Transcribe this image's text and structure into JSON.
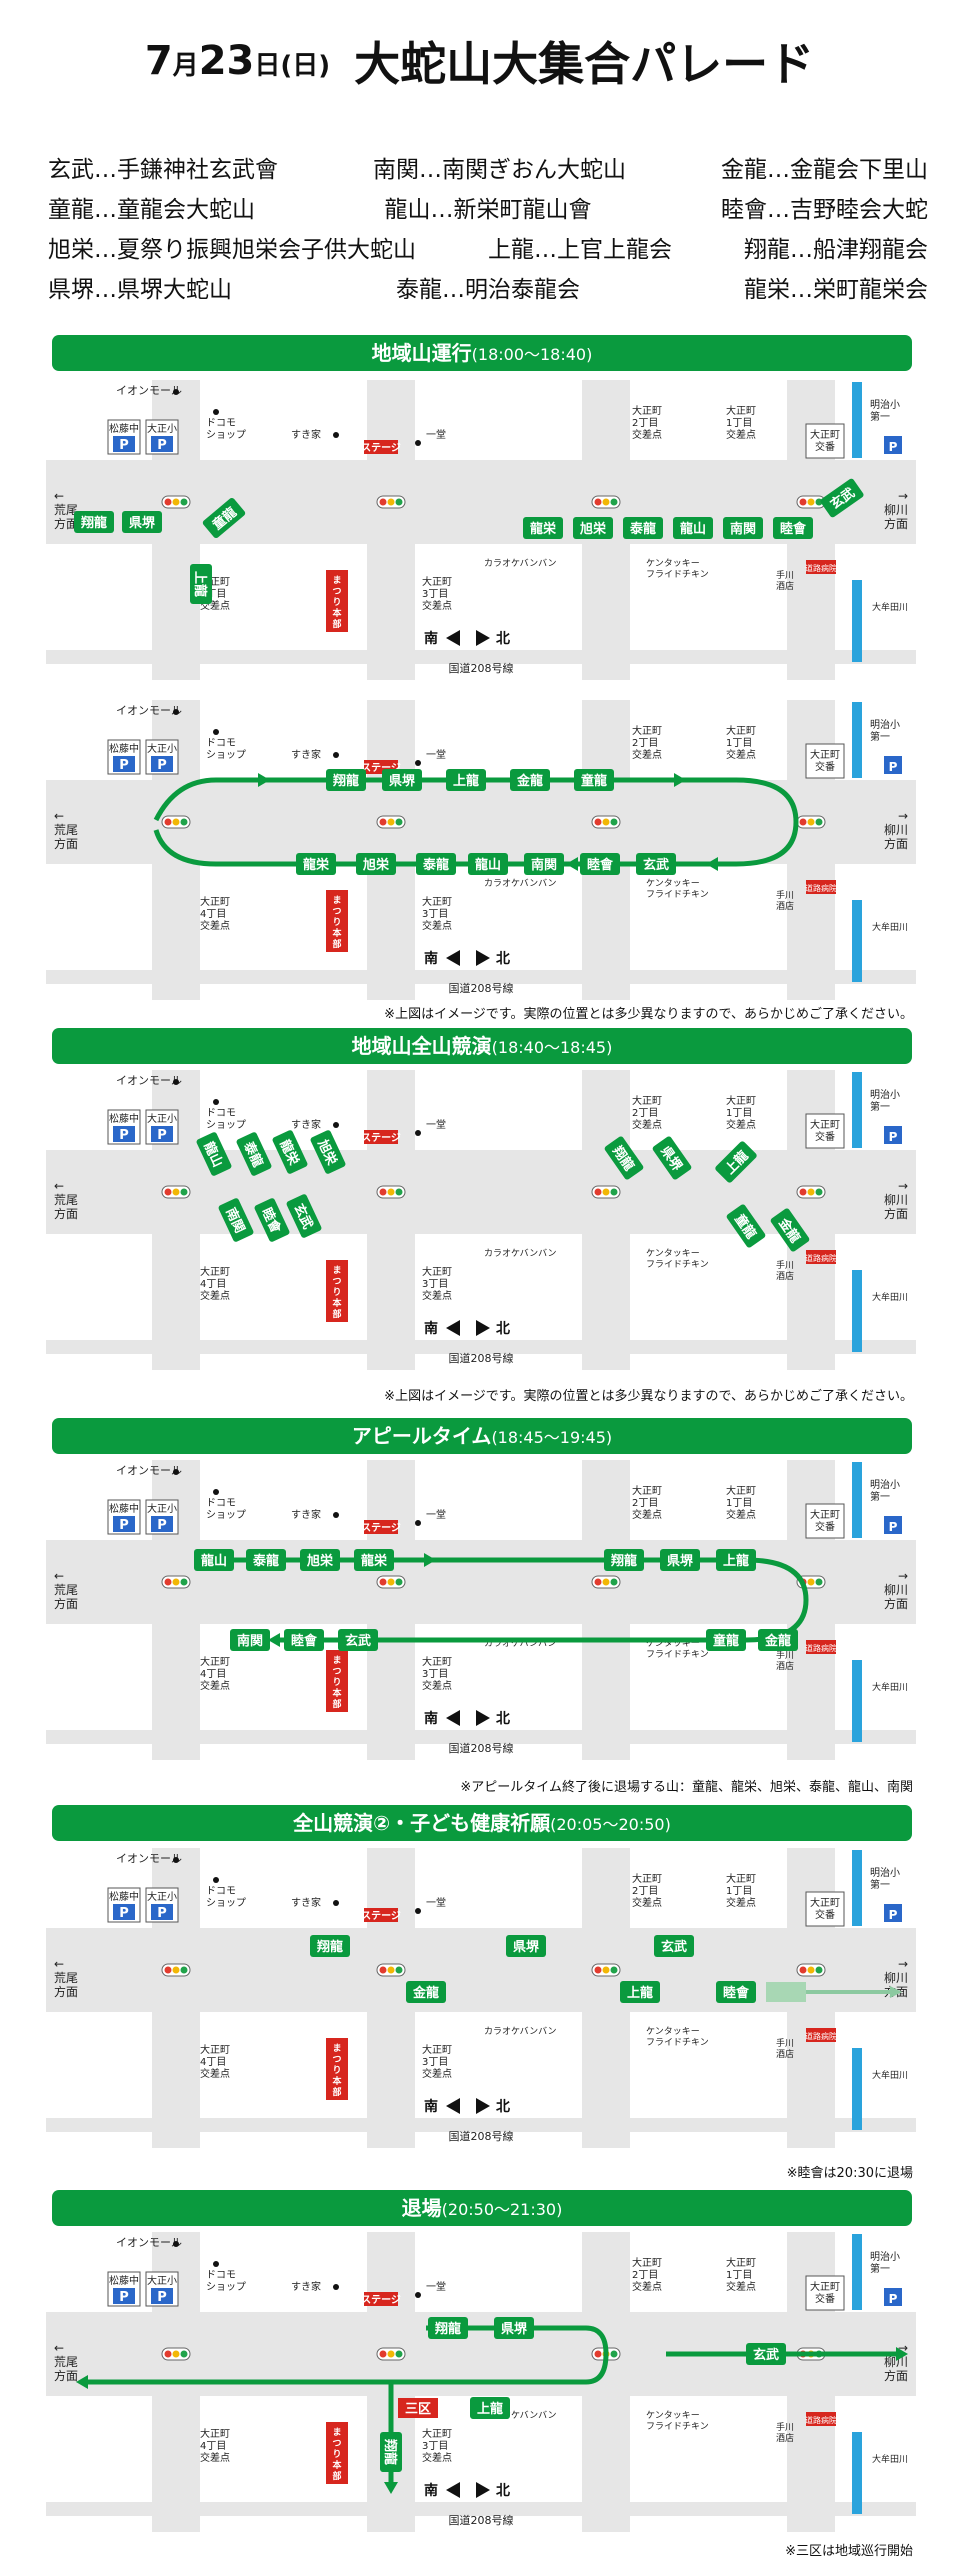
{
  "header": {
    "date": "7",
    "month_unit": "月",
    "day": "23",
    "day_unit": "日",
    "weekday": "(日)",
    "title": "大蛇山大集合パレード"
  },
  "legend": [
    [
      "玄武…手鎌神社玄武會",
      "南関…南関ぎおん大蛇山",
      "金龍…金龍会下里山"
    ],
    [
      "童龍…童龍会大蛇山",
      "龍山…新栄町龍山會",
      "睦會…吉野睦会大蛇"
    ],
    [
      "旭栄…夏祭り振興旭栄会子供大蛇山",
      "上龍…上官上龍会",
      "翔龍…船津翔龍会"
    ],
    [
      "県堺…県堺大蛇山",
      "泰龍…明治泰龍会",
      "龍栄…栄町龍栄会"
    ]
  ],
  "map_labels": {
    "aeon": "イオンモール",
    "matsubara_1": "松藤中",
    "matsubara_2": "P",
    "taisho_1": "大正小",
    "taisho_2": "P",
    "docomo": "ドコモ\nショップ",
    "sukiya": "すき家",
    "stage": "ステージ",
    "ichido": "一堂",
    "cross4": "大正町\n4丁目\n交差点",
    "cross3": "大正町\n3丁目\n交差点",
    "cross2": "大正町\n2丁目\n交差点",
    "cross1": "大正町\n1丁目\n交差点",
    "honbu": "まつり本部",
    "karaoke": "カラオケバンバン",
    "kfc": "ケンタッキー\nフライドチキン",
    "sake": "手川\n酒店",
    "koban": "大正町\n交番",
    "meiji": "明治小\n第一",
    "park": "P",
    "omuta": "大牟田川",
    "hospital": "道路病院",
    "west": "荒尾方面",
    "east": "柳川方面",
    "south": "南",
    "north": "北",
    "road": "国道208号線",
    "arrow_w": "←",
    "arrow_e": "→"
  },
  "sections": [
    {
      "title": "地域山運行",
      "time": "(18:00～18:40)",
      "teams_a": [
        "翔龍",
        "県堺",
        "童龍",
        "上龍",
        "龍栄",
        "旭栄",
        "泰龍",
        "龍山",
        "南関",
        "睦會",
        "玄武"
      ],
      "teams_b": [
        "翔龍",
        "県堺",
        "上龍",
        "金龍",
        "童龍",
        "龍栄",
        "旭栄",
        "泰龍",
        "龍山",
        "南関",
        "睦會",
        "玄武"
      ],
      "note": "※上図はイメージです。実際の位置とは多少異なりますので、あらかじめご了承ください。"
    },
    {
      "title": "地域山全山競演",
      "time": "(18:40～18:45)",
      "teams": [
        "龍山",
        "泰龍",
        "龍栄",
        "旭栄",
        "南関",
        "睦會",
        "玄武",
        "翔龍",
        "県堺",
        "上龍",
        "童龍",
        "金龍"
      ],
      "note": "※上図はイメージです。実際の位置とは多少異なりますので、あらかじめご了承ください。"
    },
    {
      "title": "アピールタイム",
      "time": "(18:45～19:45)",
      "teams": [
        "龍山",
        "泰龍",
        "旭栄",
        "龍栄",
        "翔龍",
        "県堺",
        "上龍",
        "南関",
        "睦會",
        "玄武",
        "童龍",
        "金龍"
      ],
      "note": "※アピールタイム終了後に退場する山：童龍、龍栄、旭栄、泰龍、龍山、南関"
    },
    {
      "title": "全山競演②・子ども健康祈願",
      "time": "(20:05～20:50)",
      "teams": [
        "翔龍",
        "県堺",
        "玄武",
        "金龍",
        "上龍",
        "睦會"
      ],
      "note": "※睦會は20:30に退場"
    },
    {
      "title": "退場",
      "time": "(20:50～21:30)",
      "teams": [
        "翔龍",
        "県堺",
        "玄武",
        "上龍",
        "翔龍"
      ],
      "sanku": "三区",
      "note": "※三区は地域巡行開始"
    }
  ],
  "colors": {
    "green": "#0a9a3e",
    "red": "#d7261e",
    "blue": "#2aa3dc",
    "road": "#e6e6e6"
  }
}
